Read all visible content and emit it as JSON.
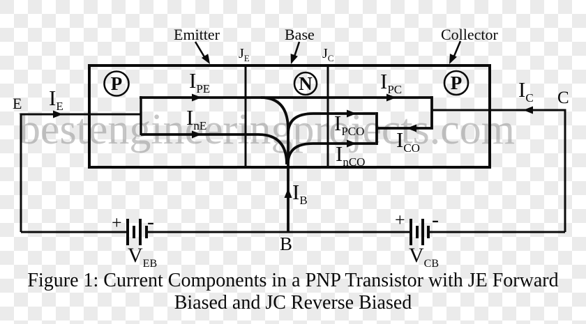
{
  "watermark": "bestengineeringprojects.com",
  "region_pointer_labels": {
    "emitter": "Emitter",
    "base": "Base",
    "collector": "Collector"
  },
  "semiconductor_regions": {
    "emitter": "P",
    "base": "N",
    "collector": "P"
  },
  "junction_labels": {
    "je": {
      "main": "J",
      "sub": "E"
    },
    "jc": {
      "main": "J",
      "sub": "C"
    }
  },
  "terminal_labels": {
    "emitter": "E",
    "base": "B",
    "collector": "C"
  },
  "current_labels": {
    "ie": {
      "main": "I",
      "sub": "E"
    },
    "ipe": {
      "main": "I",
      "sub": "PE"
    },
    "ine": {
      "main": "I",
      "sub": "nE"
    },
    "ipc": {
      "main": "I",
      "sub": "PC"
    },
    "ipco": {
      "main": "I",
      "sub": "PCO"
    },
    "inco": {
      "main": "I",
      "sub": "nCO"
    },
    "ico": {
      "main": "I",
      "sub": "CO"
    },
    "ib": {
      "main": "I",
      "sub": "B"
    },
    "ic": {
      "main": "I",
      "sub": "C"
    }
  },
  "batteries": {
    "veb": {
      "plus": "+",
      "minus": "-",
      "name": {
        "main": "V",
        "sub": "EB"
      }
    },
    "vcb": {
      "plus": "+",
      "minus": "-",
      "name": {
        "main": "V",
        "sub": "CB"
      }
    }
  },
  "caption": {
    "line1": "Figure 1: Current Components in a PNP Transistor with JE Forward",
    "line2": "Biased and JC Reverse Biased"
  },
  "colors": {
    "line": "#0b0b0b",
    "checker_gray": "#ebebeb",
    "watermark_gray": "#919191"
  }
}
